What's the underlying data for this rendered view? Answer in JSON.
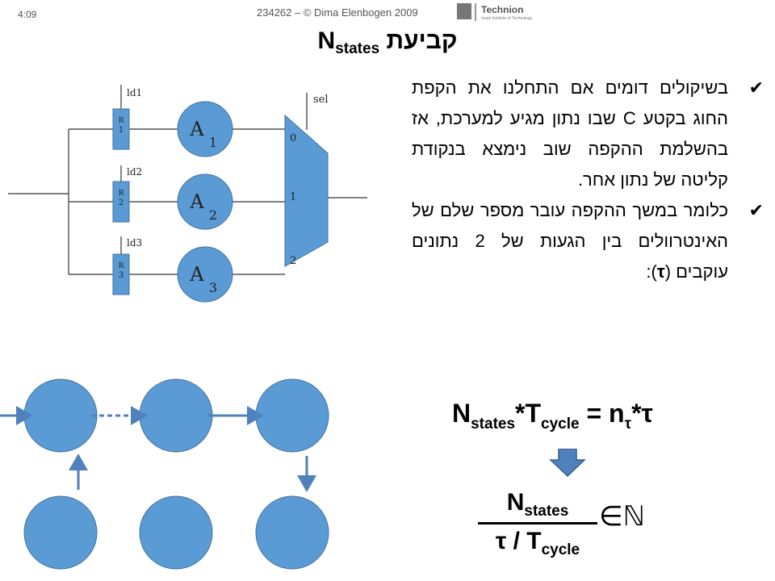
{
  "header": {
    "time": "4:09",
    "course": "234262 – © Dima Elenbogen 2009",
    "logo_text": "Technion",
    "logo_subtext": "Israel Institute of Technology"
  },
  "title": {
    "hebrew": "קביעת",
    "n": "N",
    "sub": "states"
  },
  "bullets": [
    "בשיקולים דומים אם התחלנו את הקפת החוג בקטע C שבו נתון מגיע למערכת, אז בהשלמת ההקפה שוב נימצא בנקודת קליטה של נתון אחר.",
    {
      "pre": "כלומר במשך ההקפה עובר מספר שלם של האינטרוולים בין הגעות של 2 נתונים עוקבים (",
      "tau": "τ",
      "post": "):"
    }
  ],
  "circuit": {
    "registers": [
      {
        "label": "R",
        "index": "1",
        "load": "ld1"
      },
      {
        "label": "R",
        "index": "2",
        "load": "ld2"
      },
      {
        "label": "R",
        "index": "3",
        "load": "ld3"
      }
    ],
    "units": [
      {
        "label": "A",
        "index": "1"
      },
      {
        "label": "A",
        "index": "2"
      },
      {
        "label": "A",
        "index": "3"
      }
    ],
    "mux_inputs": [
      "0",
      "1",
      "2"
    ],
    "select": "sel"
  },
  "equation1": {
    "n1": "N",
    "s1": "states",
    "star1": "*T",
    "s2": "cycle",
    "eq": " = n",
    "s3": "τ",
    "end": "*τ"
  },
  "fraction": {
    "num": "N",
    "num_sub": "states",
    "den": "τ / T",
    "den_sub": "cycle"
  },
  "element_of": "∈ℕ",
  "colors": {
    "accent": "#5b9bd5",
    "accent_dark": "#41719c",
    "arrow": "#4f81bd"
  }
}
